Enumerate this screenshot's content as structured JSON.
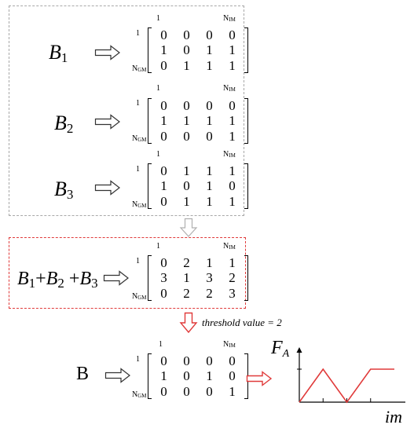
{
  "row_label": "1",
  "col_label": "1",
  "col_end_label": "N",
  "col_end_sub": "IM",
  "row_end_label": "N",
  "row_end_sub": "GM",
  "labels": {
    "b1": {
      "base": "B",
      "sub": "1"
    },
    "b2": {
      "base": "B",
      "sub": "2"
    },
    "b3": {
      "base": "B",
      "sub": "3"
    },
    "sum": {
      "b1": "B",
      "s1": "1",
      "plus1": "+",
      "b2": "B",
      "s2": "2",
      "plus2": " +",
      "b3": "B",
      "s3": "3"
    },
    "result": "B"
  },
  "matrices": {
    "b1": [
      [
        "0",
        "0",
        "0",
        "0"
      ],
      [
        "1",
        "0",
        "1",
        "1"
      ],
      [
        "0",
        "1",
        "1",
        "1"
      ]
    ],
    "b2": [
      [
        "0",
        "0",
        "0",
        "0"
      ],
      [
        "1",
        "1",
        "1",
        "1"
      ],
      [
        "0",
        "0",
        "0",
        "1"
      ]
    ],
    "b3": [
      [
        "0",
        "1",
        "1",
        "1"
      ],
      [
        "1",
        "0",
        "1",
        "0"
      ],
      [
        "0",
        "1",
        "1",
        "1"
      ]
    ],
    "sum": [
      [
        "0",
        "2",
        "1",
        "1"
      ],
      [
        "3",
        "1",
        "3",
        "2"
      ],
      [
        "0",
        "2",
        "2",
        "3"
      ]
    ],
    "result": [
      [
        "0",
        "0",
        "0",
        "0"
      ],
      [
        "1",
        "0",
        "1",
        "0"
      ],
      [
        "0",
        "0",
        "0",
        "1"
      ]
    ]
  },
  "threshold_text": "threshold value = 2",
  "plot": {
    "y_label": "F",
    "y_sub": "A",
    "x_label": "im",
    "points": [
      [
        0,
        0
      ],
      [
        1,
        0.5
      ],
      [
        2,
        0
      ],
      [
        3,
        0.5
      ],
      [
        4,
        0.5
      ]
    ],
    "x_ticks": 4
  },
  "colors": {
    "gray_dash": "#a8a8a8",
    "red": "#e03a3a"
  },
  "icons": {
    "arrow": "hollow-right-arrow",
    "down": "hollow-down-arrow"
  }
}
